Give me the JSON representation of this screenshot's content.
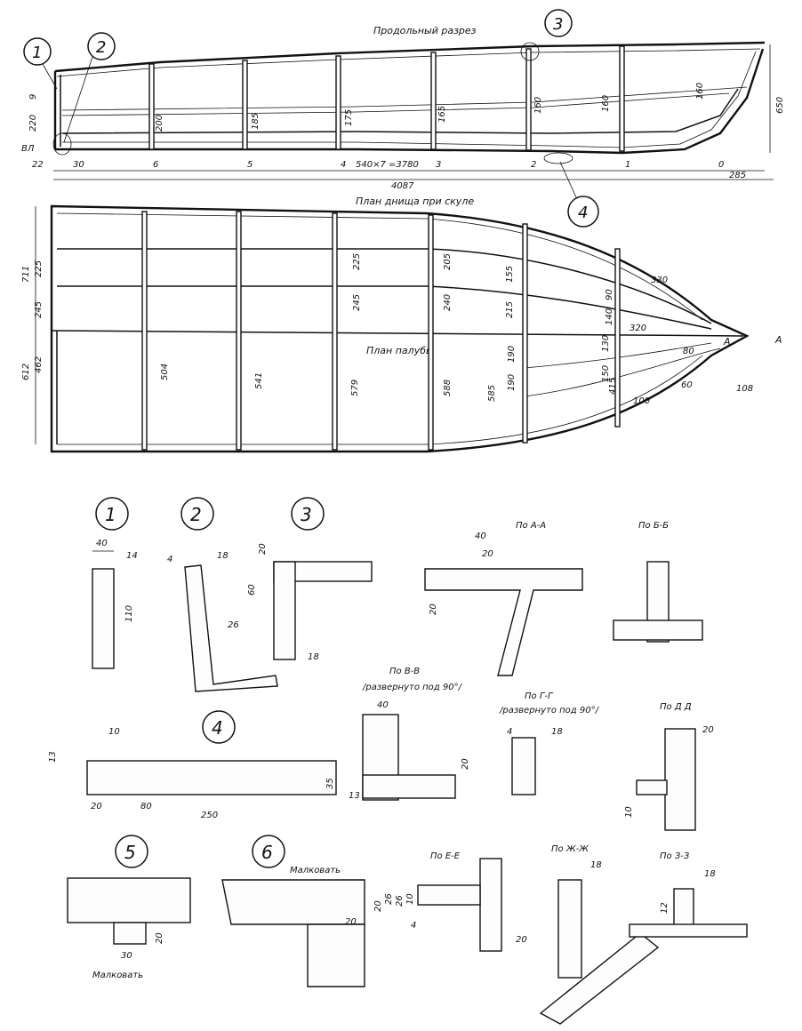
{
  "sheet": {
    "ink_color": "#111111",
    "paper_color": "#ffffff"
  },
  "top_view": {
    "title": "Продольный разрез",
    "callouts": [
      "1",
      "2",
      "3",
      "4"
    ],
    "frame_labels": [
      "6",
      "5",
      "4",
      "3",
      "2",
      "1",
      "0"
    ],
    "dims": {
      "d9": "9",
      "d220": "220",
      "wl": "ВЛ",
      "d22": "22",
      "d30": "30",
      "spacing": "540×7 =3780",
      "d285": "285",
      "total": "4087",
      "d650": "650",
      "h200": "200",
      "h185": "185",
      "h175": "175",
      "h165": "165",
      "h160a": "160",
      "h160b": "160",
      "h160c": "160"
    }
  },
  "plan_view": {
    "title_bottom": "План днища при скуле",
    "title_deck": "План палубы",
    "section_marker": "А",
    "dims": {
      "d711": "711",
      "d225": "225",
      "d245": "245",
      "d612": "612",
      "d462": "462",
      "v225": "225",
      "v205": "205",
      "v245": "245",
      "v240": "240",
      "v215": "215",
      "v155": "155",
      "v90": "90",
      "v140": "140",
      "v320": "320",
      "v330": "330",
      "v130": "130",
      "v80": "80",
      "v60": "60",
      "v108": "108",
      "v504": "504",
      "v541": "541",
      "v579": "579",
      "v588": "588",
      "v585": "585",
      "v190a": "190",
      "v190b": "190",
      "v150": "150",
      "v415": "415",
      "v100": "100"
    }
  },
  "details": {
    "d1": {
      "num": "1",
      "w": "40",
      "t": "14",
      "h": "110"
    },
    "d2": {
      "num": "2",
      "a": "4",
      "b": "18",
      "c": "26"
    },
    "d3": {
      "num": "3",
      "a": "20",
      "h": "60",
      "b": "18"
    },
    "aa": {
      "title": "По А-А",
      "a": "40",
      "b": "20",
      "c": "20"
    },
    "bb": {
      "title": "По Б-Б"
    },
    "d4": {
      "num": "4",
      "a": "10",
      "b": "13",
      "c": "20",
      "d": "80",
      "e": "250",
      "f": "35"
    },
    "vv": {
      "title": "По В-В",
      "note": "/развернуто под 90°/",
      "a": "40",
      "b": "20",
      "c": "13"
    },
    "gg": {
      "title": "По Г-Г",
      "note": "/развернуто под 90°/",
      "a": "4",
      "b": "18"
    },
    "dd": {
      "title": "По Д Д",
      "a": "20",
      "b": "10"
    },
    "d5": {
      "num": "5",
      "a": "20",
      "b": "30",
      "label": "Малковать"
    },
    "d6": {
      "num": "6",
      "label": "Малковать",
      "a": "20",
      "b": "26",
      "c": "20"
    },
    "ee": {
      "title": "По Е-Е",
      "a": "10",
      "b": "26",
      "c": "4",
      "d": "20"
    },
    "zh": {
      "title": "По Ж-Ж",
      "a": "18"
    },
    "zz": {
      "title": "По З-З",
      "a": "18",
      "b": "12"
    }
  }
}
